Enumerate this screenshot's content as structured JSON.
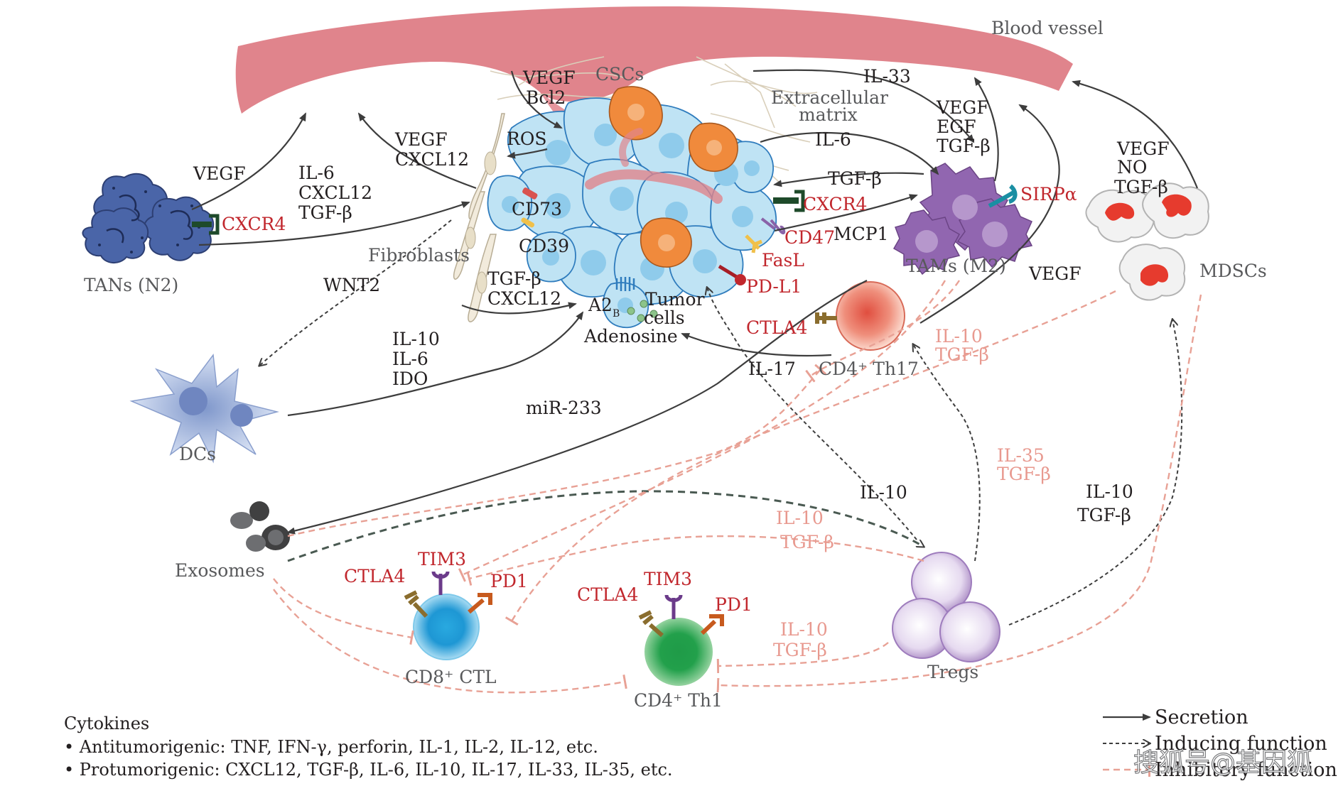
{
  "labels": {
    "blood_vessel": "Blood vessel",
    "cscs": "CSCs",
    "vegf_bcl2": [
      "VEGF",
      "Bcl2"
    ],
    "extracellular_matrix": [
      "Extracellular",
      "matrix"
    ],
    "il33": "IL-33",
    "vegf_egf_tgfb": [
      "VEGF",
      "EGF",
      "TGF-β"
    ],
    "il6_top": "IL-6",
    "tgfb_top": "TGF-β",
    "vegf_tans": "VEGF",
    "il6_cxcl12_tgfb": [
      "IL-6",
      "CXCL12",
      "TGF-β"
    ],
    "vegf_cxcl12": [
      "VEGF",
      "CXCL12"
    ],
    "ros": "ROS",
    "cd73": "CD73",
    "cd39": "CD39",
    "fibroblasts": "Fibroblasts",
    "tgfb_cxcl12": [
      "TGF-β",
      "CXCL12"
    ],
    "a2b": "A2",
    "a2b_sub": "B",
    "tumor_cells": [
      "Tumor",
      "cells"
    ],
    "adenosine": "Adenosine",
    "cxcr4_tan": "CXCR4",
    "tans": "TANs (N2)",
    "wnt2": "WNT2",
    "il10_il6_ido": [
      "IL-10",
      "IL-6",
      "IDO"
    ],
    "dcs": "DCs",
    "cxcr4_tumor": "CXCR4",
    "cd47": "CD47",
    "mcp1": "MCP1",
    "fasl": "FasL",
    "pdl1": "PD-L1",
    "sirpa": "SIRPα",
    "tams": "TAMs (M2)",
    "vegf_tams": "VEGF",
    "vegf_no_tgfb": [
      "VEGF",
      "NO",
      "TGF-β"
    ],
    "mdscs": "MDSCs",
    "ctla4_th17": "CTLA4",
    "cd4_th17": "CD4⁺ Th17",
    "il17": "IL-17",
    "il10_tgfb_th17": [
      "IL-10",
      "TGF-β"
    ],
    "mir233": "miR-233",
    "il35_tgfb": [
      "IL-35",
      "TGF-β"
    ],
    "il10_mid": "IL-10",
    "il10_tgfb_right": [
      "IL-10",
      "TGF-β"
    ],
    "exosomes": "Exosomes",
    "il10_tgfb_tregs": [
      "IL-10",
      "TGF-β"
    ],
    "tim3_cd8": "TIM3",
    "ctla4_cd8": "CTLA4",
    "pd1_cd8": "PD1",
    "cd8_ctl": "CD8⁺ CTL",
    "ctla4_th1": "CTLA4",
    "tim3_th1": "TIM3",
    "pd1_th1": "PD1",
    "il10_tgfb_th1": [
      "IL-10",
      "TGF-β"
    ],
    "cd4_th1": "CD4⁺ Th1",
    "tregs": "Tregs"
  },
  "cytokines": {
    "title": "Cytokines",
    "anti": "• Antitumorigenic: TNF, IFN-γ, perforin, IL-1, IL-2, IL-12, etc.",
    "pro": "• Protumorigenic: CXCL12, TGF-β, IL-6, IL-10, IL-17, IL-33, IL-35, etc."
  },
  "legend": {
    "secretion": "Secretion",
    "inducing": "Inducing function",
    "inhibitory": "Inhibitory function"
  },
  "watermark": "搜狐号@基因狐",
  "colors": {
    "vessel": "#e0848c",
    "tumor": "#bfe3f4",
    "csc": "#f08a3c",
    "tans": "#4a65a8",
    "tams": "#9166b0",
    "mdsc": "#e63b2e",
    "cd8": "#29a9e0",
    "th1": "#1f9b48",
    "th17": "#e37461",
    "tregs": "#c9b5dc",
    "inhibitory_line": "#e8a195",
    "label_red": "#c1272d"
  }
}
